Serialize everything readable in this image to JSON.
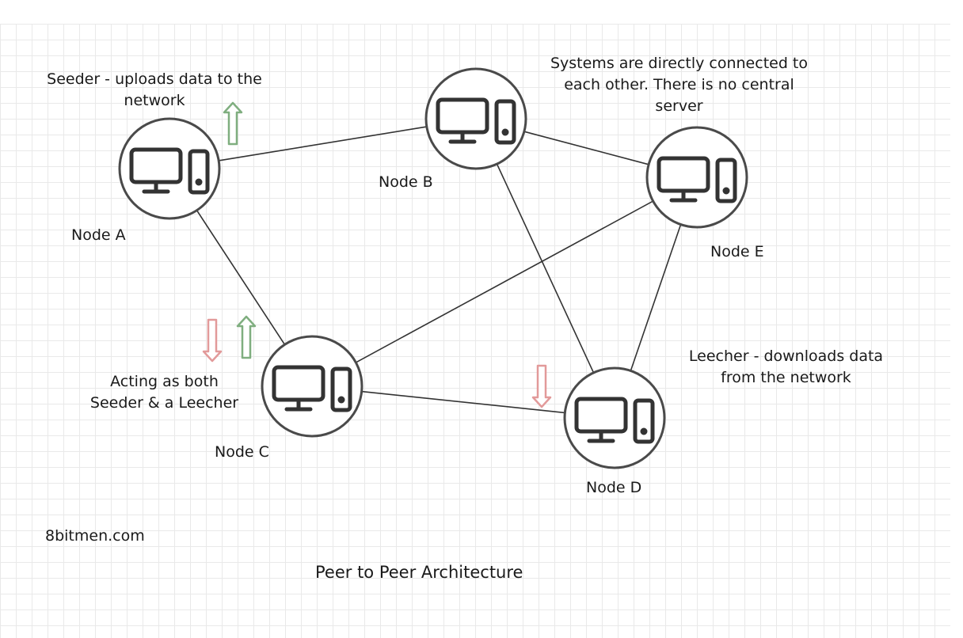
{
  "nodes": [
    {
      "id": "a",
      "label": "Node A"
    },
    {
      "id": "b",
      "label": "Node B"
    },
    {
      "id": "c",
      "label": "Node C"
    },
    {
      "id": "d",
      "label": "Node D"
    },
    {
      "id": "e",
      "label": "Node E"
    }
  ],
  "edges": [
    [
      "a",
      "b"
    ],
    [
      "b",
      "e"
    ],
    [
      "a",
      "c"
    ],
    [
      "b",
      "d"
    ],
    [
      "e",
      "c"
    ],
    [
      "e",
      "d"
    ],
    [
      "c",
      "d"
    ]
  ],
  "annotations": {
    "seeder_line1": "Seeder - uploads data to the",
    "seeder_line2": "network",
    "systems_line1": "Systems are directly connected to",
    "systems_line2": "each other. There is no central",
    "systems_line3": "server",
    "both_line1": "Acting as both",
    "both_line2": "Seeder & a Leecher",
    "leecher_line1": "Leecher - downloads data",
    "leecher_line2": "from the network"
  },
  "watermark": "8bitmen.com",
  "caption": "Peer to Peer Architecture",
  "colors": {
    "upload_arrow": "#8fbf8f",
    "download_arrow": "#e7a3a3",
    "line": "#333333",
    "node_stroke": "#4a4a4a",
    "icon_stroke": "#333333"
  },
  "icons": {
    "node": "computer-monitor-and-tower-icon",
    "upload": "up-arrow-icon",
    "download": "down-arrow-icon"
  }
}
